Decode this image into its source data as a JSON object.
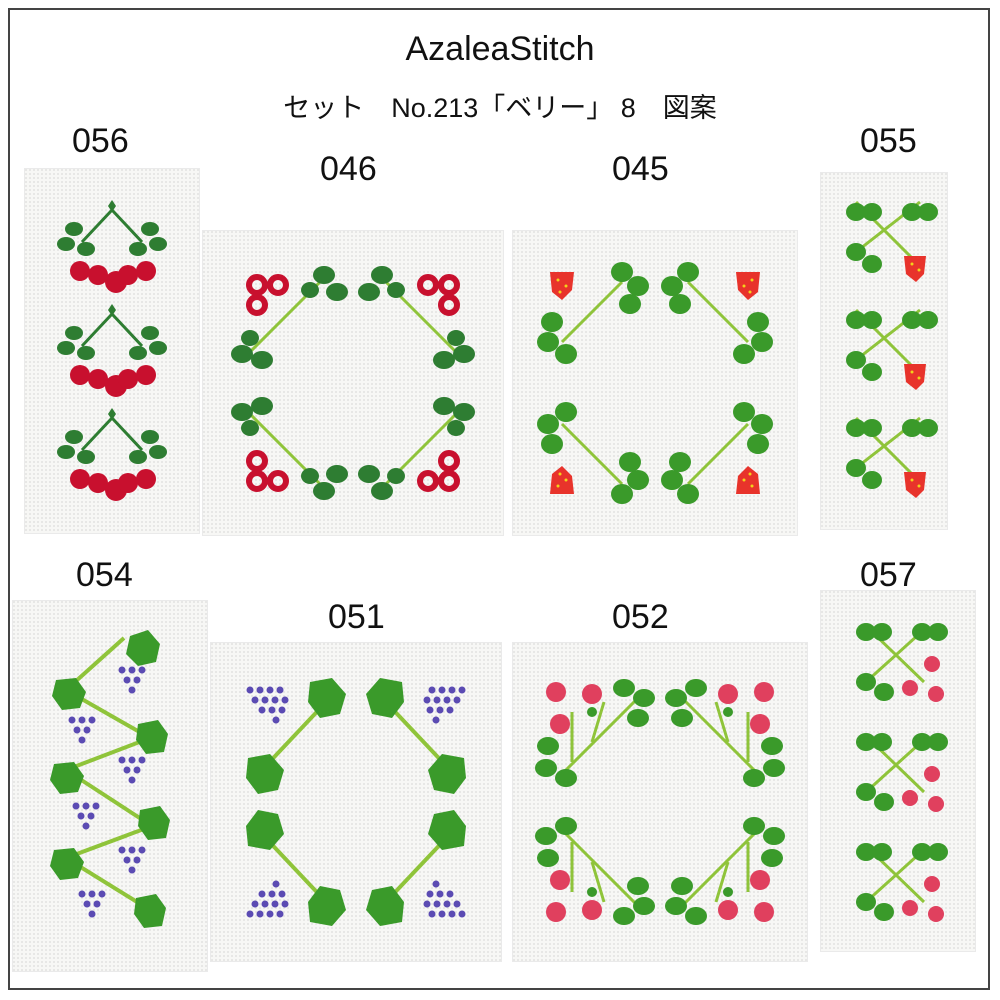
{
  "header": {
    "brand": "AzaleaStitch",
    "subtitle": "セット　No.213「ベリー」 8　図案"
  },
  "patterns": [
    {
      "code": "056",
      "motif": "cherry"
    },
    {
      "code": "046",
      "motif": "cherry"
    },
    {
      "code": "045",
      "motif": "strawberry"
    },
    {
      "code": "055",
      "motif": "strawberry"
    },
    {
      "code": "054",
      "motif": "grape"
    },
    {
      "code": "051",
      "motif": "grape"
    },
    {
      "code": "052",
      "motif": "raspberry"
    },
    {
      "code": "057",
      "motif": "raspberry"
    }
  ],
  "colors": {
    "frame": "#444444",
    "cloth": "#f7f7f5",
    "leaf_dark": "#2e7d32",
    "leaf_green": "#3a9a2a",
    "stem": "#8fc43a",
    "cherry_red": "#c8102e",
    "strawberry_red": "#e8332b",
    "grape_purple": "#5b4bb3",
    "raspberry_pink": "#e0405e"
  }
}
